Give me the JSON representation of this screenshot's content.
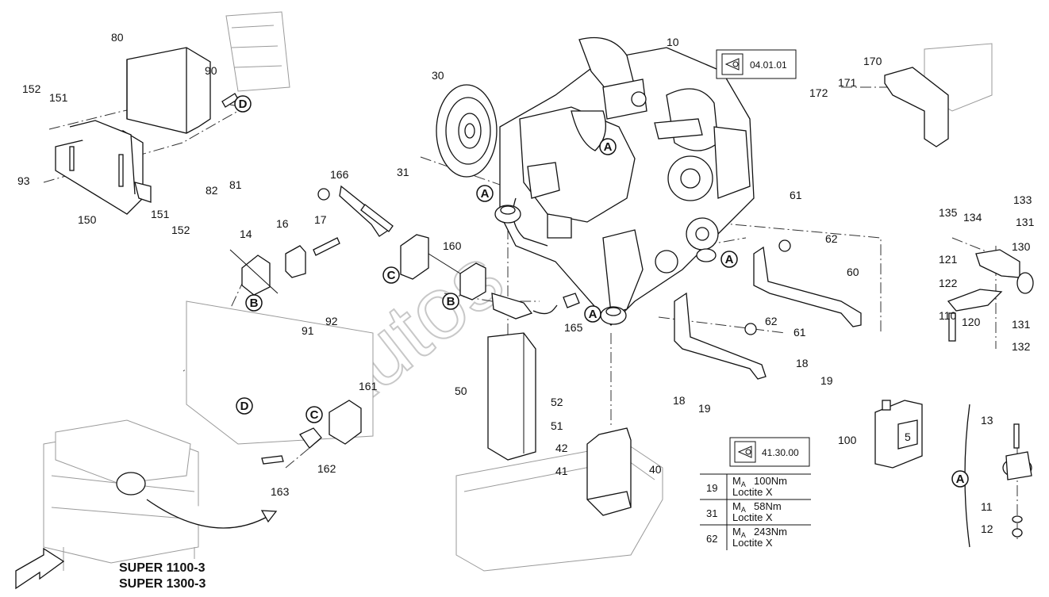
{
  "watermark": "Autos",
  "reference_boxes": [
    {
      "code": "04.01.01"
    },
    {
      "code": "41.30.00"
    }
  ],
  "torque_table": [
    {
      "pos": "19",
      "value": "100Nm",
      "note": "Loctite X"
    },
    {
      "pos": "31",
      "value": "58Nm",
      "note": "Loctite X"
    },
    {
      "pos": "62",
      "value": "243Nm",
      "note": "Loctite X"
    }
  ],
  "torque_prefix": "M",
  "torque_sub": "A",
  "models": [
    "SUPER 1100-3",
    "SUPER 1300-3"
  ],
  "canister_label": "5",
  "part_numbers": [
    "10",
    "30",
    "31",
    "80",
    "90",
    "152",
    "151",
    "93",
    "150",
    "82",
    "81",
    "151",
    "152",
    "166",
    "14",
    "16",
    "17",
    "160",
    "165",
    "50",
    "52",
    "51",
    "42",
    "41",
    "40",
    "91",
    "92",
    "161",
    "162",
    "163",
    "61",
    "62",
    "60",
    "62",
    "61",
    "18",
    "19",
    "18",
    "19",
    "170",
    "171",
    "172",
    "133",
    "135",
    "134",
    "131",
    "130",
    "121",
    "122",
    "110",
    "120",
    "131",
    "132",
    "100",
    "13",
    "11",
    "12"
  ],
  "callouts": [
    "A",
    "A",
    "A",
    "A",
    "B",
    "B",
    "C",
    "C",
    "D",
    "D",
    "A"
  ]
}
